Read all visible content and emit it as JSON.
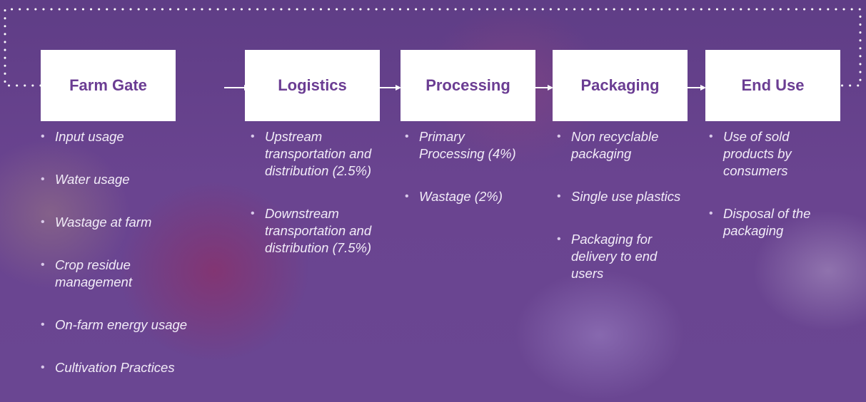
{
  "colors": {
    "background": "#6a4490",
    "box_fill": "#ffffff",
    "box_text": "#6b3d93",
    "list_text": "#f2ecf8",
    "connector": "#ffffff"
  },
  "stages": [
    {
      "title": "Farm Gate",
      "items": [
        "Input usage",
        "Water usage",
        "Wastage at farm",
        "Crop residue management",
        "On-farm energy usage",
        "Cultivation Practices"
      ]
    },
    {
      "title": "Logistics",
      "items": [
        "Upstream transportation and distribution (2.5%)",
        "Downstream transportation and distribution (7.5%)"
      ]
    },
    {
      "title": "Processing",
      "items": [
        "Primary Processing (4%)",
        "Wastage (2%)"
      ]
    },
    {
      "title": "Packaging",
      "items": [
        "Non recyclable packaging",
        "Single use plastics",
        "Packaging for delivery to end users"
      ]
    },
    {
      "title": "End Use",
      "items": [
        "Use of sold products by consumers",
        "Disposal of the packaging"
      ]
    }
  ]
}
